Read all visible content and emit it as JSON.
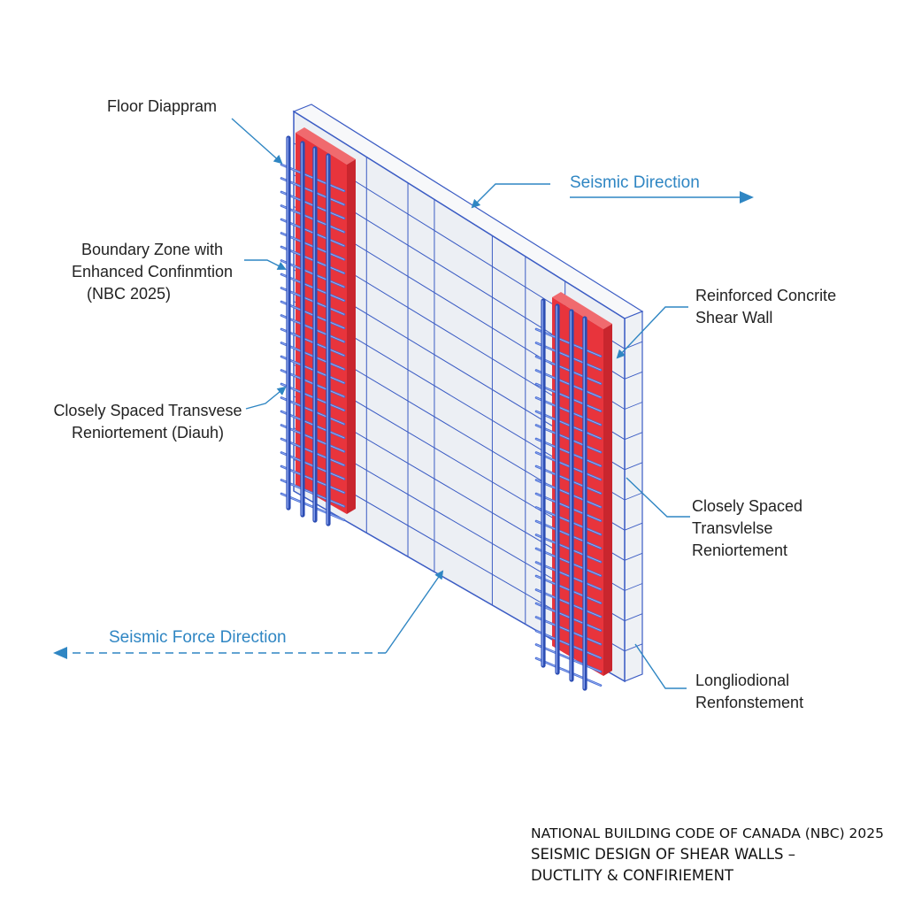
{
  "labels": {
    "floor_diaphragm": "Floor Diappram",
    "boundary_zone": [
      "Boundary Zone with",
      "Enhanced Confinmtion",
      "(NBC 2025)"
    ],
    "transverse_left": [
      "Closely Spaced Transvese",
      "Reniortement (Diauh)"
    ],
    "seismic_direction": "Seismic Direction",
    "shear_wall": [
      "Reinforced Concrite",
      "Shear Wall"
    ],
    "transverse_right": [
      "Closely Spaced",
      "Transvlelse",
      "Reniortement"
    ],
    "seismic_force": "Seismic Force Direction",
    "longitudinal": [
      "Longliodional",
      "Renfonstement"
    ]
  },
  "footer": {
    "line1": "NATIONAL BUILDING CODE OF CANADA (NBC) 2025",
    "line2": "SEISMIC DESIGN OF SHEAR WALLS –",
    "line3": "DUCTLITY & CONFIRIEMENT"
  },
  "colors": {
    "wall_face": "#eceff4",
    "wall_edge": "#f7f8fa",
    "grid": "#3b5cc4",
    "boundary_zone": "#e8343c",
    "rebar": "#4a6fd6",
    "leader": "#2f86c3",
    "text": "#222222"
  }
}
